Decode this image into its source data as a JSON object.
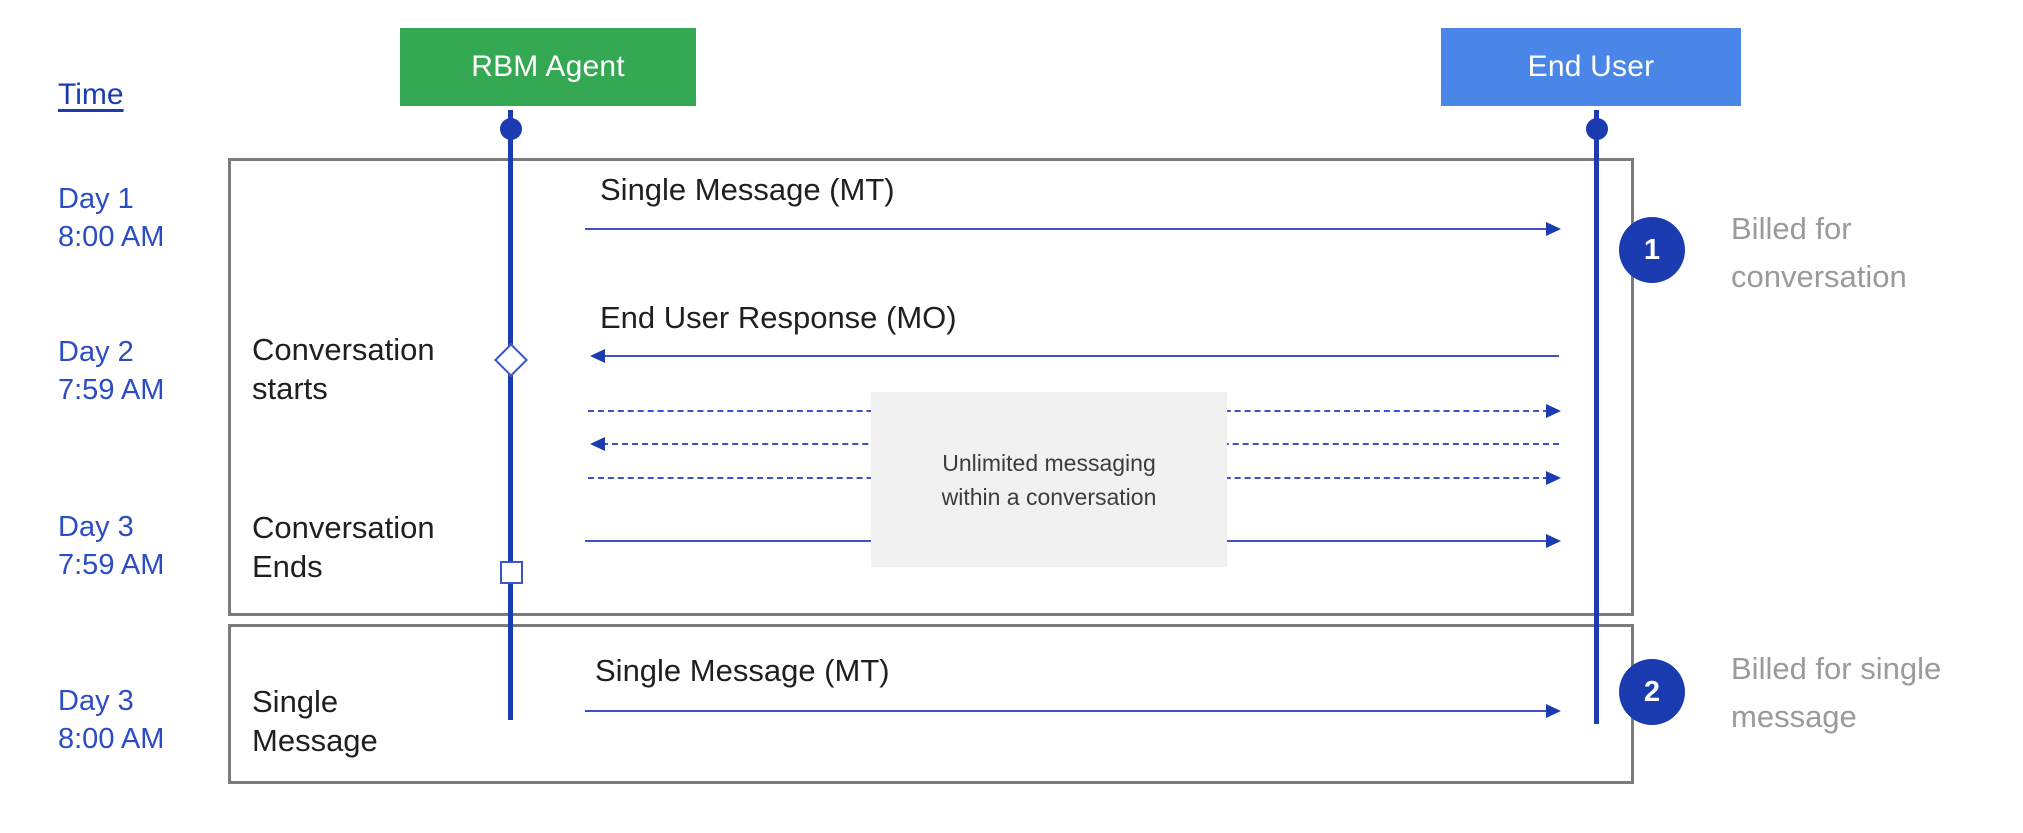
{
  "diagram": {
    "title_hidden": "RBM conversation billing timeline",
    "colors": {
      "agent_box": "#34a853",
      "user_box": "#4a86e8",
      "lifeline": "#1a3cb0",
      "arrow": "#4050c8",
      "frame_border": "#7b7b7b",
      "time_text": "#2b4cc4",
      "note_bg": "#f1f1f1",
      "billing_text": "#9a9a9a"
    }
  },
  "actors": [
    {
      "id": "rbm-agent",
      "label": "RBM Agent"
    },
    {
      "id": "end-user",
      "label": "End User"
    }
  ],
  "time_axis": {
    "header": "Time",
    "entries": [
      {
        "day": "Day 1",
        "time": "8:00 AM",
        "text": "Day 1\n8:00 AM"
      },
      {
        "day": "Day 2",
        "time": "7:59 AM",
        "text": "Day 2\n7:59 AM"
      },
      {
        "day": "Day 3",
        "time": "7:59 AM",
        "text": "Day 3\n7:59 AM"
      },
      {
        "day": "Day 3",
        "time": "8:00 AM",
        "text": "Day 3\n8:00 AM"
      }
    ]
  },
  "stage_labels": [
    {
      "text": "Conversation\nstarts"
    },
    {
      "text": "Conversation\nEnds"
    },
    {
      "text": "Single\nMessage"
    }
  ],
  "messages": [
    {
      "id": "mt-1",
      "label": "Single Message (MT)",
      "direction": "right",
      "style": "solid"
    },
    {
      "id": "mo-1",
      "label": "End User Response (MO)",
      "direction": "left",
      "style": "solid"
    },
    {
      "id": "mt-d1",
      "label": "",
      "direction": "right",
      "style": "dashed"
    },
    {
      "id": "mo-d1",
      "label": "",
      "direction": "left",
      "style": "dashed"
    },
    {
      "id": "mt-d2",
      "label": "",
      "direction": "right",
      "style": "dashed"
    },
    {
      "id": "mt-2",
      "label": "",
      "direction": "right",
      "style": "solid"
    },
    {
      "id": "mt-3",
      "label": "Single Message (MT)",
      "direction": "right",
      "style": "solid"
    }
  ],
  "note": {
    "text": "Unlimited messaging\nwithin a conversation"
  },
  "billing": [
    {
      "badge": "1",
      "text": "Billed for\nconversation"
    },
    {
      "badge": "2",
      "text": "Billed for single\nmessage"
    }
  ]
}
